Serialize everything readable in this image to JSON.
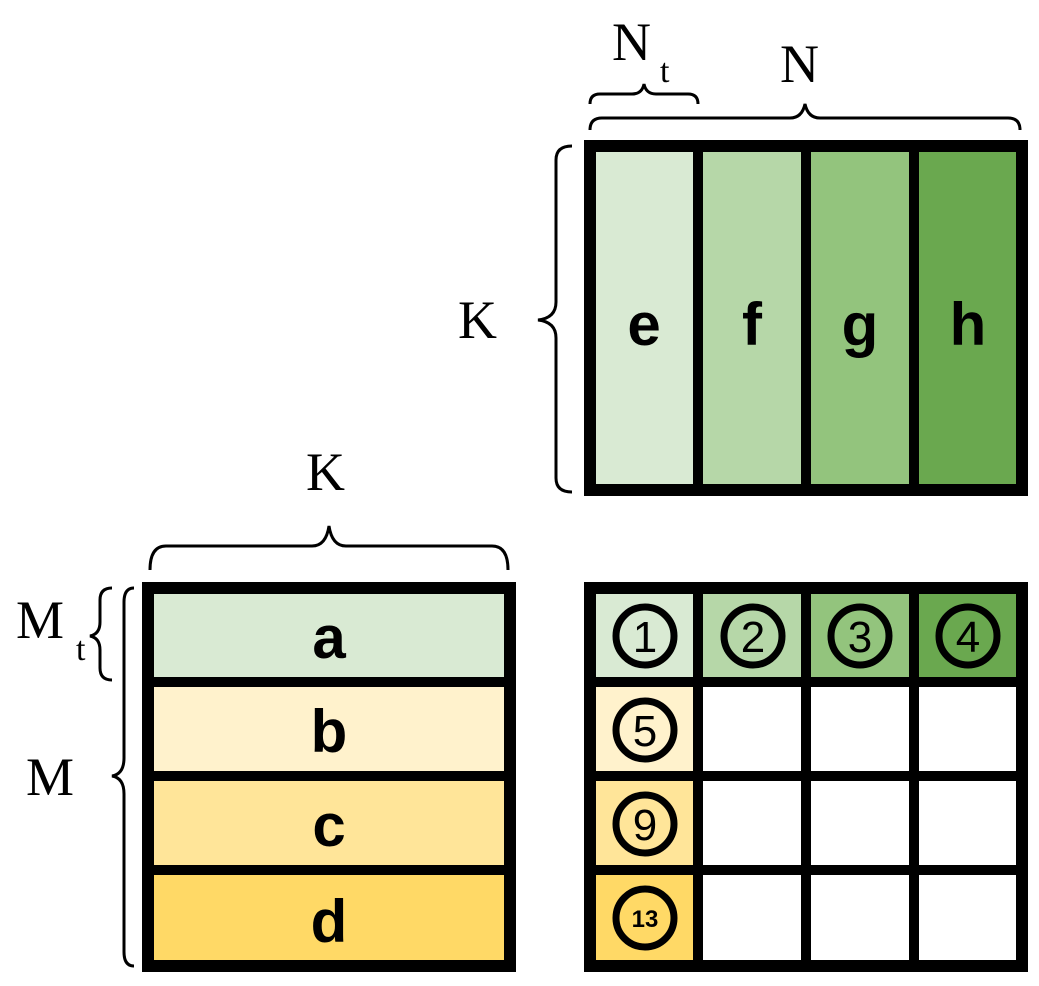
{
  "labels": {
    "n_t": "N",
    "n_t_sub": "t",
    "n": "N",
    "k_top": "K",
    "k_left": "K",
    "m_t": "M",
    "m_t_sub": "t",
    "m": "M"
  },
  "matrix_b": {
    "columns": [
      {
        "label": "e",
        "color": "#d9ead3"
      },
      {
        "label": "f",
        "color": "#b6d7a8"
      },
      {
        "label": "g",
        "color": "#93c47d"
      },
      {
        "label": "h",
        "color": "#6aa84f"
      }
    ]
  },
  "matrix_a": {
    "rows": [
      {
        "label": "a",
        "color": "#d9ead3"
      },
      {
        "label": "b",
        "color": "#fff2cc"
      },
      {
        "label": "c",
        "color": "#ffe599"
      },
      {
        "label": "d",
        "color": "#ffd966"
      }
    ]
  },
  "matrix_c": {
    "top_row": [
      {
        "num": "1",
        "color": "#d9ead3"
      },
      {
        "num": "2",
        "color": "#b6d7a8"
      },
      {
        "num": "3",
        "color": "#93c47d"
      },
      {
        "num": "4",
        "color": "#6aa84f"
      }
    ],
    "first_col": [
      {
        "num": "5",
        "color": "#fff2cc"
      },
      {
        "num": "9",
        "color": "#ffe599"
      },
      {
        "num": "13",
        "color": "#ffd966"
      }
    ]
  }
}
